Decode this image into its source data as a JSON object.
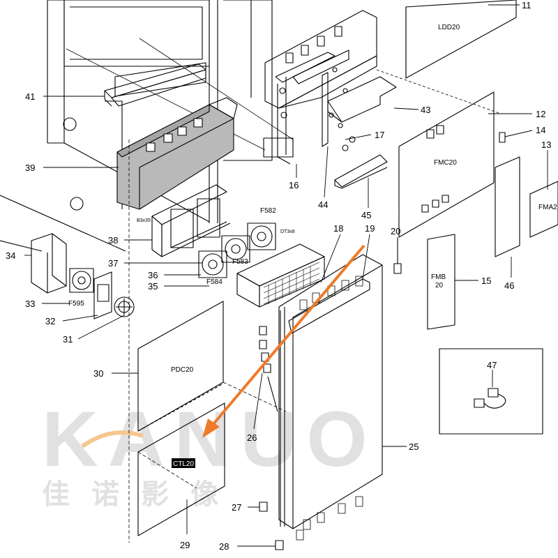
{
  "diagram": {
    "callouts": [
      {
        "id": "11",
        "text": "11"
      },
      {
        "id": "12",
        "text": "12"
      },
      {
        "id": "13",
        "text": "13"
      },
      {
        "id": "14",
        "text": "14"
      },
      {
        "id": "15",
        "text": "15"
      },
      {
        "id": "16",
        "text": "16"
      },
      {
        "id": "17",
        "text": "17"
      },
      {
        "id": "18",
        "text": "18"
      },
      {
        "id": "19",
        "text": "19"
      },
      {
        "id": "20",
        "text": "20"
      },
      {
        "id": "25",
        "text": "25"
      },
      {
        "id": "26",
        "text": "26"
      },
      {
        "id": "27",
        "text": "27"
      },
      {
        "id": "28",
        "text": "28"
      },
      {
        "id": "29",
        "text": "29"
      },
      {
        "id": "30",
        "text": "30"
      },
      {
        "id": "31",
        "text": "31"
      },
      {
        "id": "32",
        "text": "32"
      },
      {
        "id": "33",
        "text": "33"
      },
      {
        "id": "34",
        "text": "34"
      },
      {
        "id": "35",
        "text": "35"
      },
      {
        "id": "36",
        "text": "36"
      },
      {
        "id": "37",
        "text": "37"
      },
      {
        "id": "38",
        "text": "38"
      },
      {
        "id": "39",
        "text": "39"
      },
      {
        "id": "41",
        "text": "41"
      },
      {
        "id": "43",
        "text": "43"
      },
      {
        "id": "44",
        "text": "44"
      },
      {
        "id": "45",
        "text": "45"
      },
      {
        "id": "46",
        "text": "46"
      },
      {
        "id": "47",
        "text": "47"
      }
    ],
    "board_labels": {
      "ldd20": "LDD20",
      "fmc20": "FMC20",
      "fma2": "FMA2",
      "fmb": "FMB",
      "fmb_num": "20",
      "pdc20": "PDC20",
      "ctl20": "CTL20"
    },
    "fan_labels": {
      "f582": "F582",
      "f583": "F583",
      "f584": "F584",
      "f595": "F595"
    },
    "screw_labels": {
      "b3x35": "B3x35",
      "dt3x8": "DT3x8"
    },
    "watermark": {
      "latin": "KANUO",
      "cjk": "佳 诺 影 像"
    },
    "colors": {
      "line": "#000000",
      "highlight_gray": "#b9b9b9",
      "arrow_orange": "#ee7a2a",
      "watermark_gray": "#d8d8d8"
    }
  }
}
